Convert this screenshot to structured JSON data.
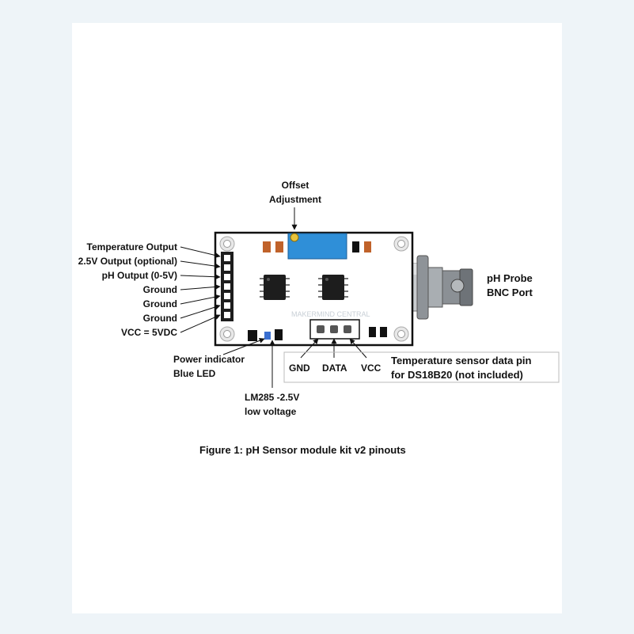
{
  "labels": {
    "offset": [
      "Offset",
      "Adjustment"
    ],
    "pins": [
      "Temperature Output",
      "2.5V Output (optional)",
      "pH Output (0-5V)",
      "Ground",
      "Ground",
      "Ground",
      "VCC = 5VDC"
    ],
    "power": [
      "Power indicator",
      "Blue LED"
    ],
    "lm285": [
      "LM285 -2.5V",
      "low voltage"
    ],
    "gnd": "GND",
    "data_pin": "DATA",
    "vcc": "VCC",
    "temp_sensor": [
      "Temperature sensor data pin",
      "for DS18B20 (not included)"
    ],
    "bnc": [
      "pH Probe",
      "BNC Port"
    ],
    "caption": "Figure 1: pH Sensor module kit v2 pinouts",
    "watermark": "MAKERMIND CENTRAL"
  },
  "colors": {
    "board": "#ffffff",
    "outline": "#111111",
    "potentiometer": "#2f8fd8",
    "resistor": "#c0622a",
    "led": "#3a6fd0",
    "bnc_metal": "#9ea3a7",
    "bnc_dark": "#6e7378"
  }
}
